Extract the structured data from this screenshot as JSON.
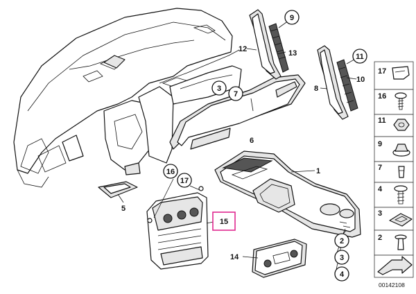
{
  "callouts": {
    "c1": "1",
    "c2": "2",
    "c3a": "3",
    "c3b": "3",
    "c4": "4",
    "c5": "5",
    "c6": "6",
    "c7": "7",
    "c8": "8",
    "c9": "9",
    "c10": "10",
    "c11": "11",
    "c12": "12",
    "c13": "13",
    "c14": "14",
    "c15": "15",
    "c16": "16",
    "c17": "17"
  },
  "legend": [
    "17",
    "16",
    "11",
    "9",
    "7",
    "4",
    "3",
    "2"
  ],
  "diagram_id": "00142108",
  "colors": {
    "highlight": "#e0288f",
    "line": "#111111",
    "fill": "#ffffff"
  }
}
